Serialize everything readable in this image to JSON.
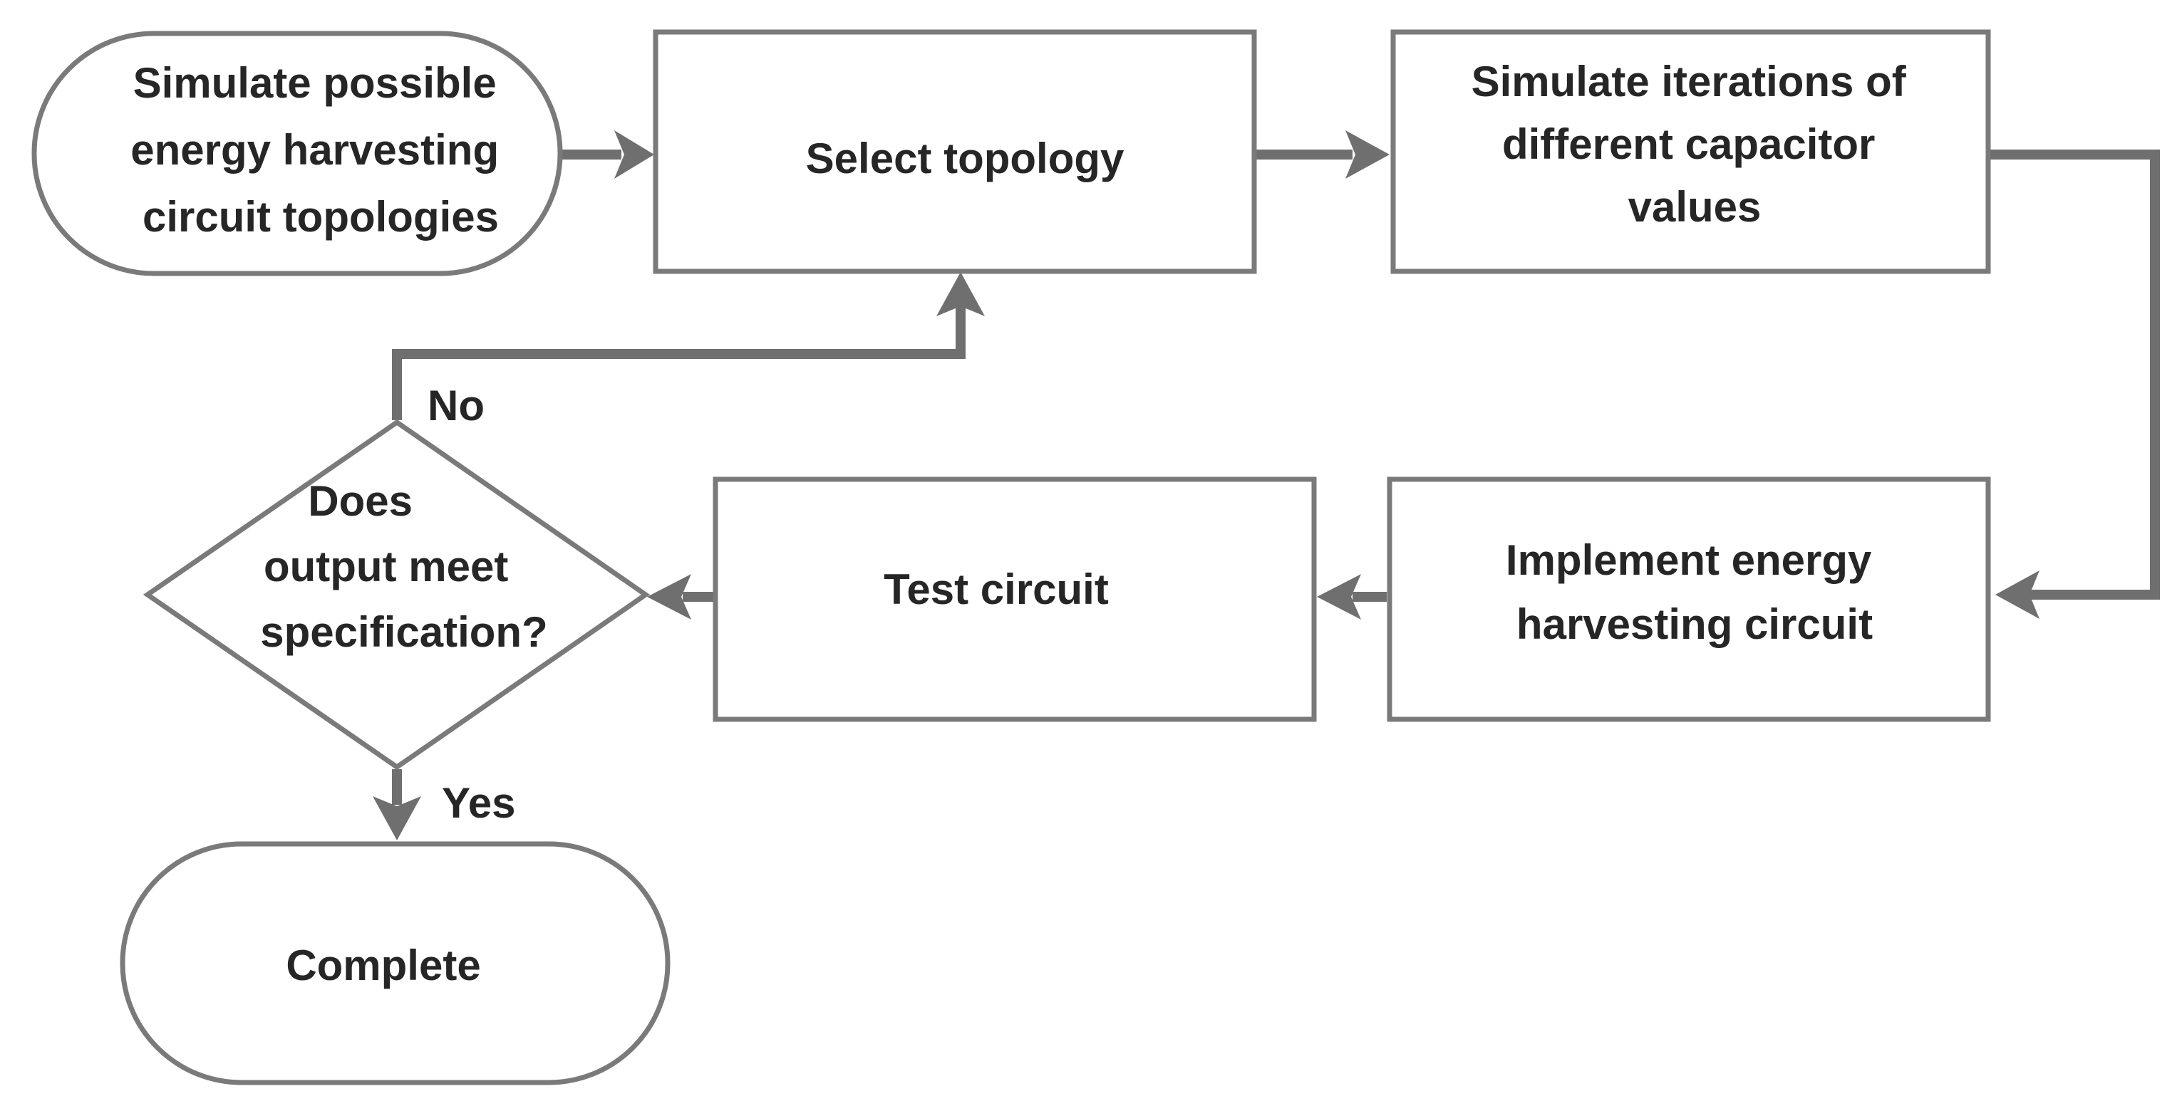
{
  "nodes": {
    "simulate_topologies": {
      "lines": [
        "Simulate possible",
        "energy harvesting",
        "circuit topologies"
      ]
    },
    "select_topology": {
      "lines": [
        "Select topology"
      ]
    },
    "simulate_capacitors": {
      "lines": [
        "Simulate iterations of",
        "different capacitor",
        "values"
      ]
    },
    "implement_circuit": {
      "lines": [
        "Implement energy",
        "harvesting circuit"
      ]
    },
    "test_circuit": {
      "lines": [
        "Test circuit"
      ]
    },
    "decision": {
      "lines": [
        "Does",
        "output meet",
        "specification?"
      ]
    },
    "complete": {
      "lines": [
        "Complete"
      ]
    }
  },
  "edge_labels": {
    "no": "No",
    "yes": "Yes"
  },
  "colors": {
    "stroke": "#7a7a7a",
    "connector": "#6f6f6f",
    "text": "#262626"
  }
}
